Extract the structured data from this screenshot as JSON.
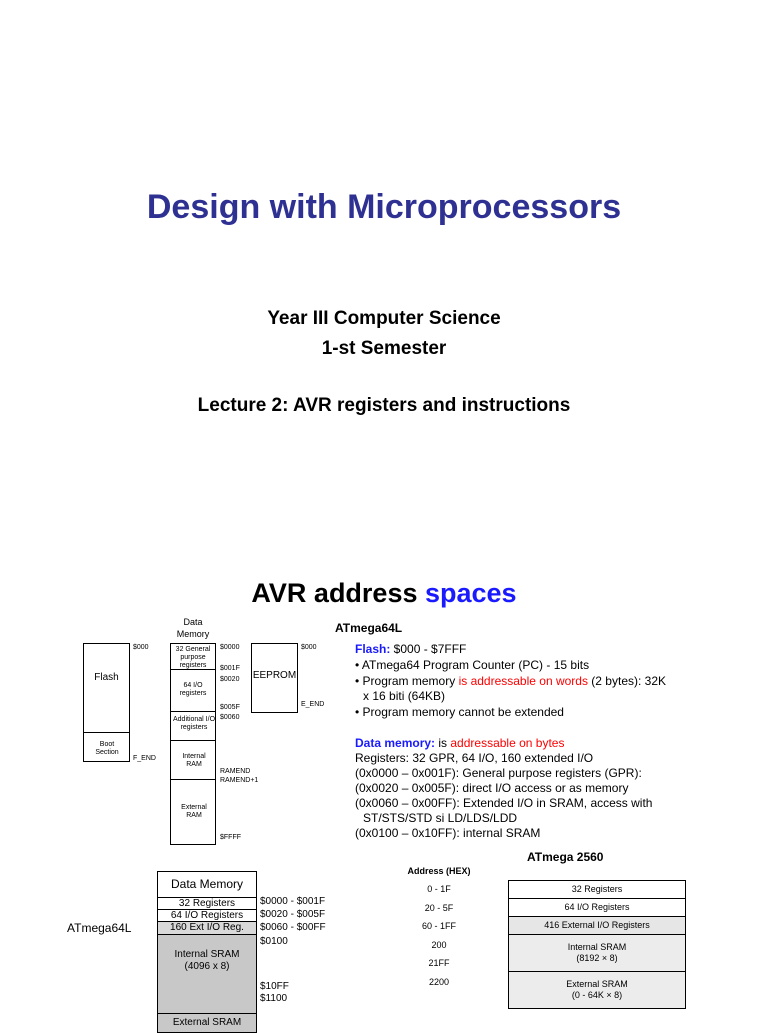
{
  "slide1": {
    "title": "Design with Microprocessors",
    "line1": "Year III Computer Science",
    "line2": "1-st Semester",
    "line3": "Lecture 2: AVR registers and instructions"
  },
  "slide2": {
    "title_part1": "AVR address ",
    "title_part2": "spaces",
    "device_label": "ATmega64L",
    "diagram": {
      "flash_label": "Flash",
      "flash_addr_start": "$000",
      "boot_section": "Boot Section",
      "f_end": "F_END",
      "data_memory_header": "Data Memory",
      "row_gpr": "32 General purpose registers",
      "row_io": "64 I/O registers",
      "row_ext_io": "Additional I/O registers",
      "row_internal": "Internal RAM",
      "row_external": "External RAM",
      "addr_0000": "$0000",
      "addr_001f": "$001F",
      "addr_0020": "$0020",
      "addr_005f": "$005F",
      "addr_0060": "$0060",
      "ramend": "RAMEND",
      "ramend1": "RAMEND+1",
      "ffff": "$FFFF",
      "eeprom_label": "EEPROM",
      "eeprom_start": "$000",
      "e_end": "E_END"
    },
    "notes": {
      "flash_label": "Flash:",
      "flash_range": " $000 - $7FFF",
      "b1": "• ATmega64 Program Counter (PC) - 15 bits",
      "b2_a": "• Program memory ",
      "b2_red": "is addressable on words",
      "b2_b": " (2 bytes): 32K",
      "b2_c": "x 16 biti (64KB)",
      "b3": "• Program memory cannot be extended",
      "dm_label": "Data memory:",
      "dm_is": " is ",
      "dm_red": "addressable on bytes",
      "r1": "Registers: 32 GPR, 64 I/O, 160 extended I/O",
      "r2": "(0x0000 – 0x001F): General purpose registers (GPR):",
      "r3": "(0x0020 – 0x005F): direct I/O access or as  memory",
      "r4": "(0x0060 – 0x00FF): Extended I/O in SRAM, access with",
      "r5": "ST/STS/STD si LD/LDS/LDD",
      "r6": "(0x0100 – 0x10FF): internal SRAM"
    },
    "left_table": {
      "side_label": "ATmega64L",
      "header": "Data Memory",
      "rows": [
        "32 Registers",
        "64 I/O Registers",
        "160 Ext I/O Reg.",
        "Internal SRAM\n(4096 x 8)",
        "External SRAM"
      ],
      "addresses": [
        "$0000 - $001F",
        "$0020 - $005F",
        "$0060 - $00FF",
        "$0100",
        "$10FF",
        "$1100"
      ]
    },
    "right_table": {
      "title": "ATmega 2560",
      "address_header": "Address (HEX)",
      "addresses": [
        "0 - 1F",
        "20 - 5F",
        "60 - 1FF",
        "200",
        "21FF",
        "2200"
      ],
      "rows": [
        "32 Registers",
        "64 I/O Registers",
        "416 External I/O Registers",
        "Internal SRAM",
        "(8192 × 8)",
        "External SRAM",
        "(0 - 64K × 8)"
      ]
    }
  }
}
